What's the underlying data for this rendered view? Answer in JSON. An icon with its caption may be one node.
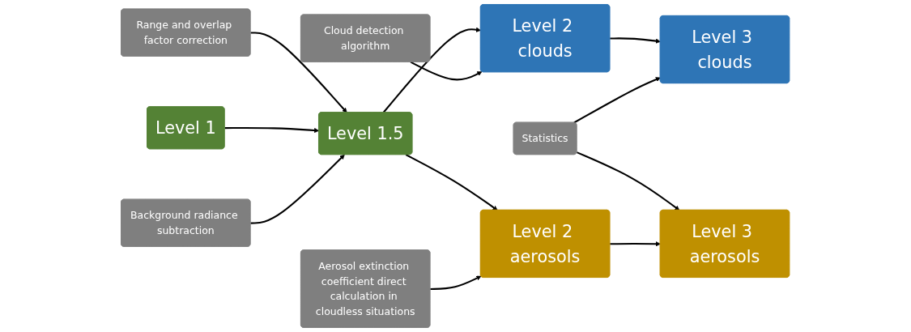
{
  "diagram": {
    "nodes": [
      {
        "text": [
          "Range and overlap factor correction"
        ]
      },
      {
        "text": [
          "Level 1"
        ]
      },
      {
        "text": [
          "Background radiance subtraction"
        ]
      },
      {
        "text": [
          "Cloud detection algorithm"
        ]
      },
      {
        "text": [
          "Level 1.5"
        ]
      },
      {
        "text": [
          "Aerosol extinction coefficient direct calculation in cloudless situations"
        ]
      },
      {
        "text": [
          "Level 2 clouds"
        ]
      },
      {
        "text": [
          "Level 2 aerosols"
        ]
      },
      {
        "text": [
          "Statistics"
        ]
      },
      {
        "text": [
          "Level 3 clouds"
        ]
      },
      {
        "text": [
          "Level 3 aerosols"
        ]
      }
    ],
    "edges": [
      {
        "from": 0,
        "to": 4,
        "arrow": "to"
      },
      {
        "from": 1,
        "to": 4,
        "arrow": "to"
      },
      {
        "from": 2,
        "to": 4,
        "arrow": "to"
      },
      {
        "from": 4,
        "to": 6,
        "arrow": "to"
      },
      {
        "from": 4,
        "to": 7,
        "arrow": "to"
      },
      {
        "from": 3,
        "to": 6,
        "arrow": "to"
      },
      {
        "from": 5,
        "to": 7,
        "arrow": "to"
      },
      {
        "from": 6,
        "to": 9,
        "arrow": "to"
      },
      {
        "from": 8,
        "to": 9,
        "arrow": "to"
      },
      {
        "from": 8,
        "to": 10,
        "arrow": "to"
      },
      {
        "from": 7,
        "to": 10,
        "arrow": "to"
      }
    ]
  }
}
